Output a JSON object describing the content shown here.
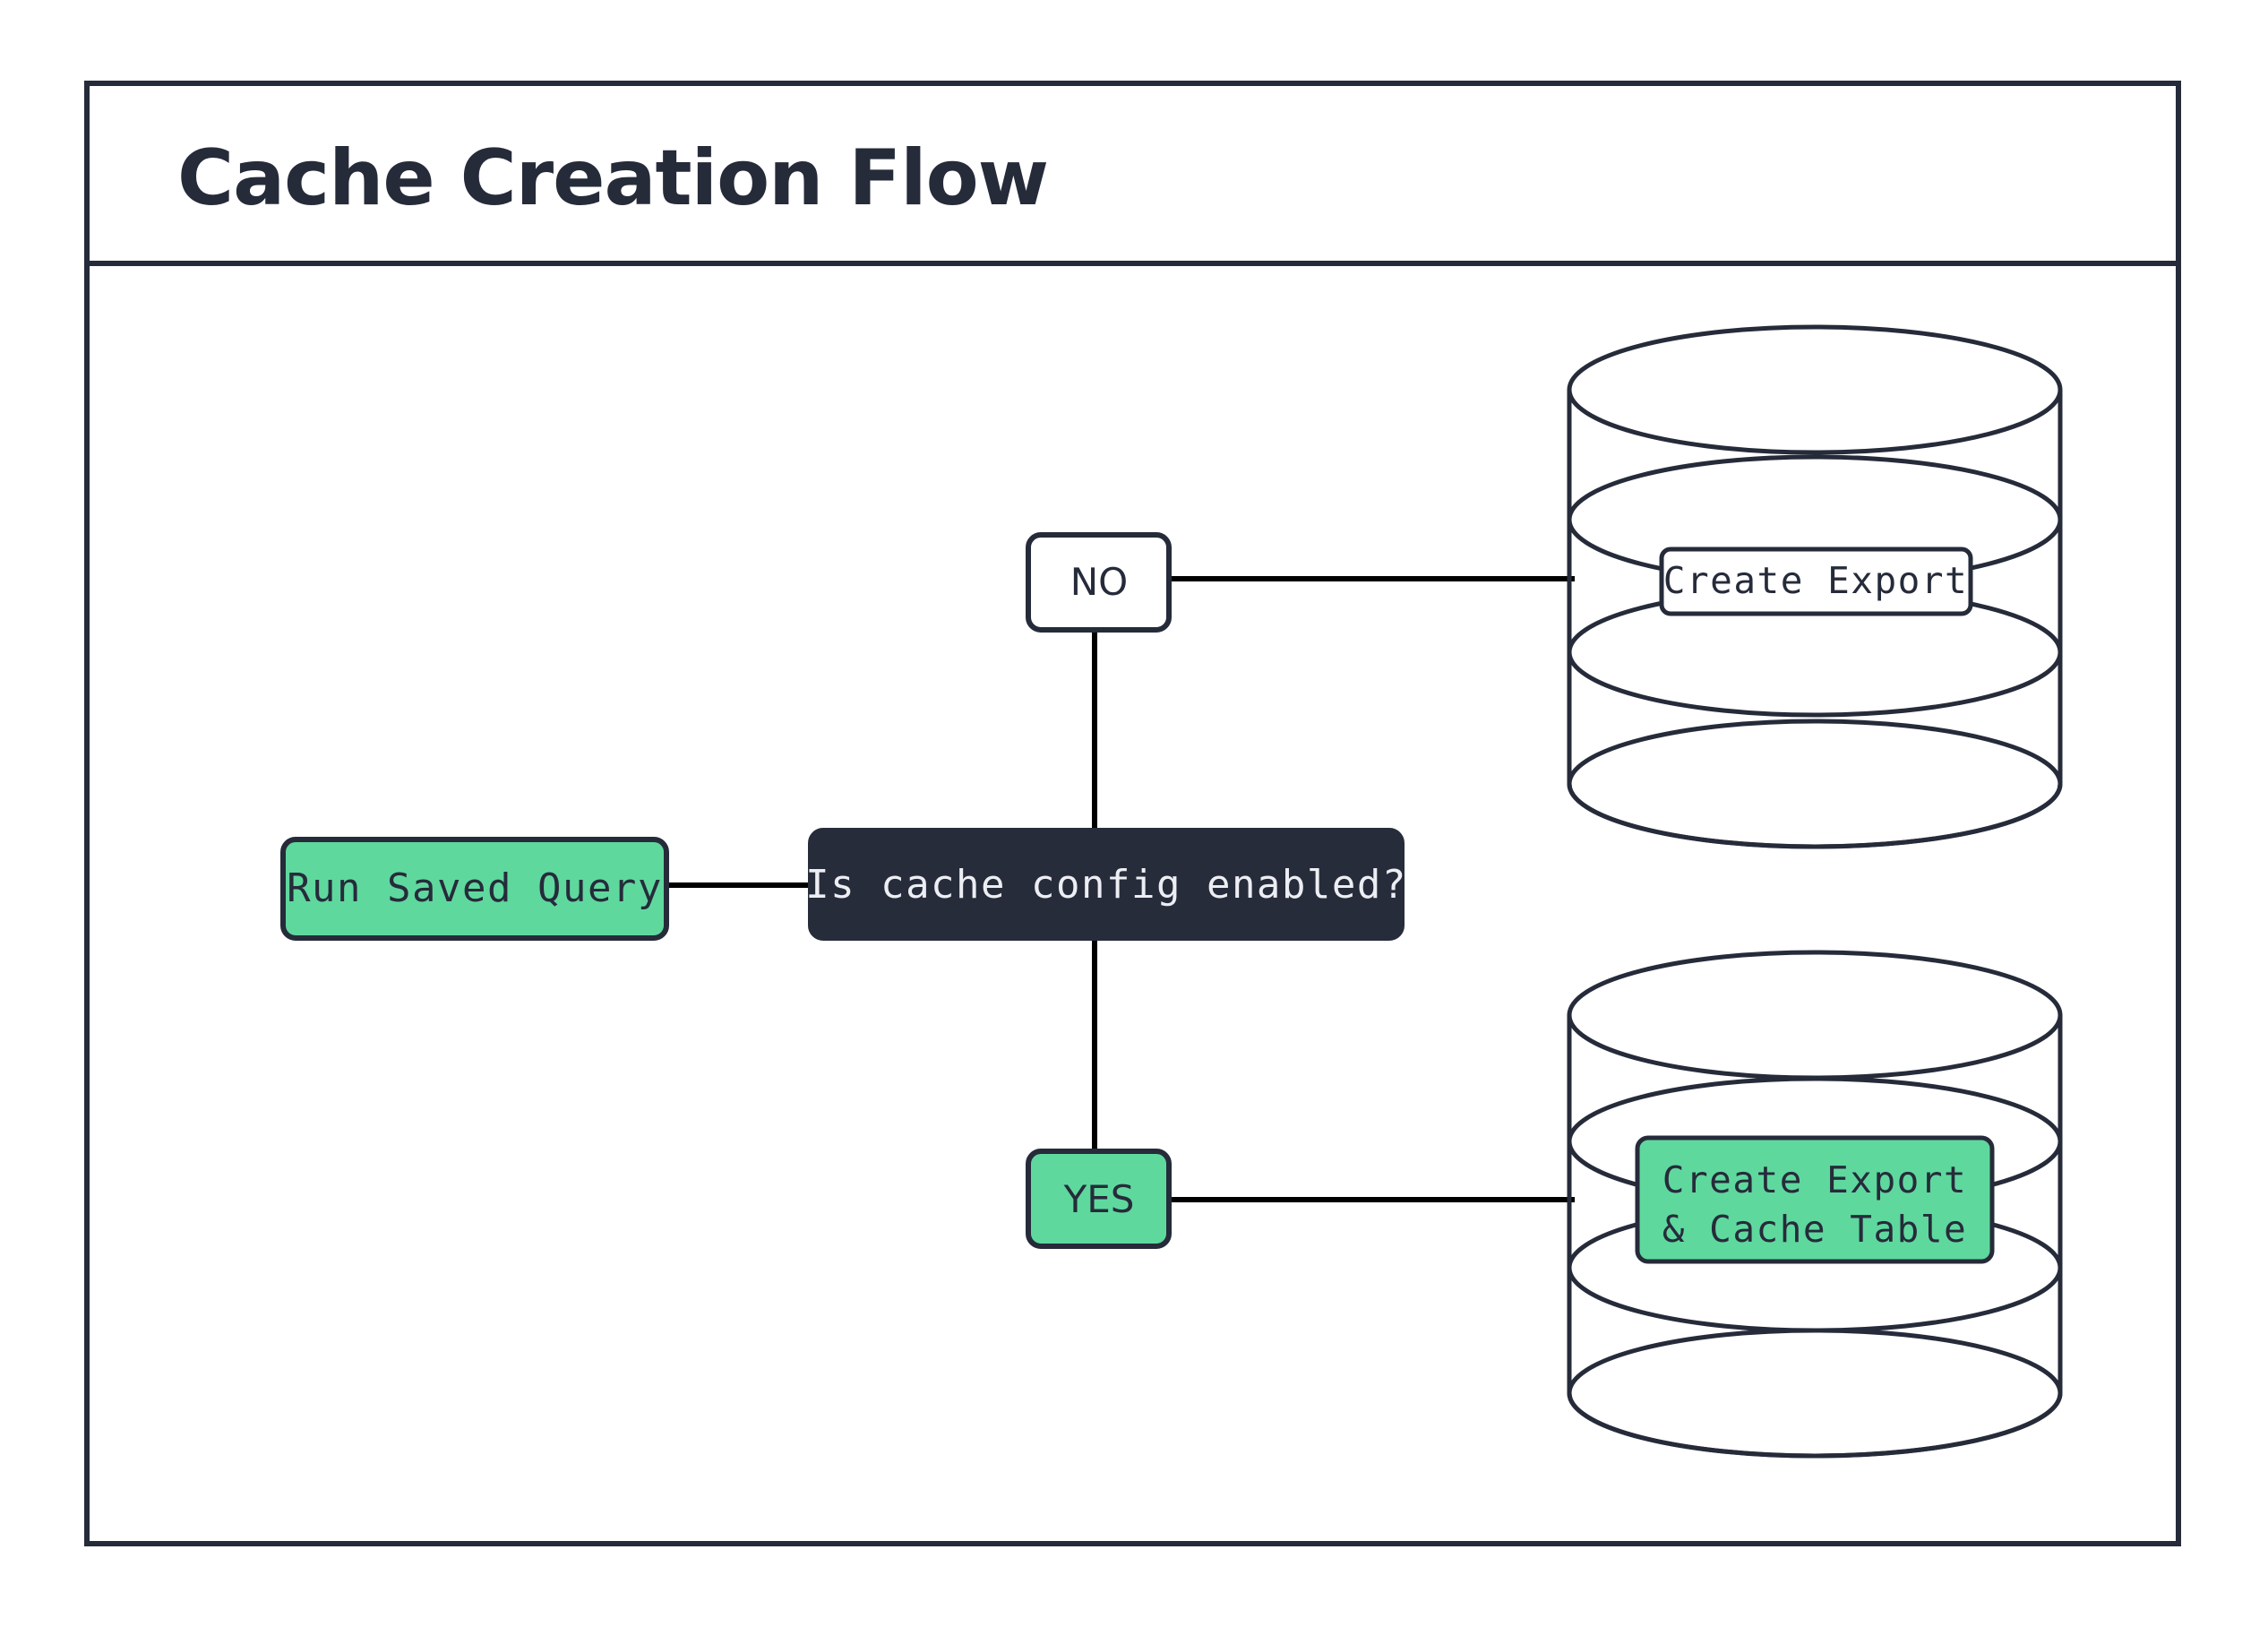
{
  "diagram": {
    "title": "Cache Creation Flow",
    "colors": {
      "accent_green": "#5fd89e",
      "dark_navy": "#262b3a",
      "decision_fill": "#272c3b",
      "decision_text": "#eceef3",
      "connector": "#000000",
      "background": "#ffffff"
    },
    "nodes": {
      "start": {
        "label": "Run Saved Query",
        "shape": "rounded-rect",
        "fill": "#5fd89e",
        "text_color": "#262b3a"
      },
      "decision": {
        "label": "Is cache config enabled?",
        "shape": "rounded-rect",
        "fill": "#272c3b",
        "text_color": "#eceef3"
      },
      "branch_no": {
        "label": "NO",
        "shape": "rounded-rect",
        "fill": "#ffffff",
        "text_color": "#262b3a"
      },
      "branch_yes": {
        "label": "YES",
        "shape": "rounded-rect",
        "fill": "#5fd89e",
        "text_color": "#262b3a"
      },
      "database_top": {
        "shape": "cylinder",
        "label": "Create Export",
        "label_fill": "#ffffff",
        "label_text_color": "#262b3a"
      },
      "database_bottom": {
        "shape": "cylinder",
        "label_line1": "Create Export",
        "label_line2": "& Cache Table",
        "label_fill": "#5fd89e",
        "label_text_color": "#262b3a"
      }
    },
    "edges": [
      {
        "from": "start",
        "to": "decision",
        "label": ""
      },
      {
        "from": "decision",
        "to": "branch_no",
        "label": ""
      },
      {
        "from": "branch_no",
        "to": "database_top",
        "label": ""
      },
      {
        "from": "decision",
        "to": "branch_yes",
        "label": ""
      },
      {
        "from": "branch_yes",
        "to": "database_bottom",
        "label": ""
      }
    ]
  }
}
